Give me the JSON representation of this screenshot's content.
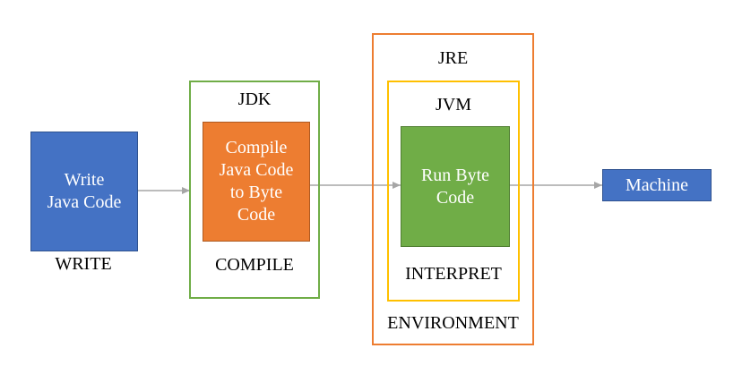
{
  "write": {
    "box_text": "Write\nJava Code",
    "caption": "WRITE",
    "color": "#4472C4"
  },
  "jdk": {
    "title": "JDK",
    "box_text": "Compile\nJava Code\nto Byte\nCode",
    "caption": "COMPILE",
    "border_color": "#70AD47",
    "box_color": "#ED7D31"
  },
  "jre": {
    "title": "JRE",
    "caption": "ENVIRONMENT",
    "border_color": "#ED7D31"
  },
  "jvm": {
    "title": "JVM",
    "box_text": "Run Byte\nCode",
    "caption": "INTERPRET",
    "border_color": "#FFC000",
    "box_color": "#70AD47"
  },
  "machine": {
    "label": "Machine",
    "color": "#4472C4"
  },
  "arrow_color": "#A6A6A6"
}
